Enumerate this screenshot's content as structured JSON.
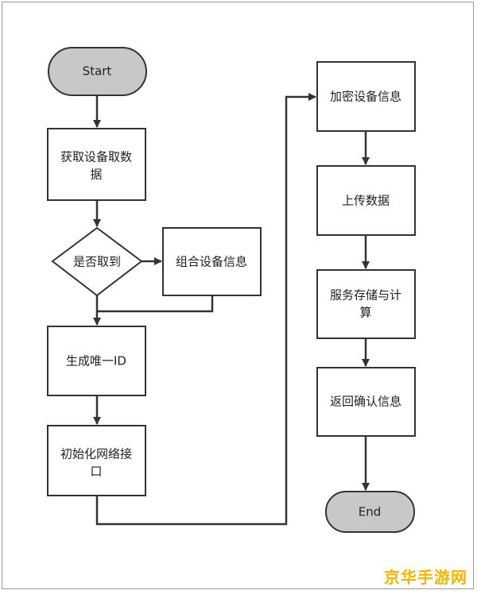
{
  "nodes": {
    "start": "Start",
    "get_data_1": "获取设备取数",
    "get_data_2": "据",
    "decision": "是否取到",
    "combine": "组合设备信息",
    "gen_id": "生成唯一ID",
    "init_1": "初始化网络接",
    "init_2": "口",
    "encrypt": "加密设备信息",
    "upload": "上传数据",
    "store_1": "服务存储与计",
    "store_2": "算",
    "confirm": "返回确认信息",
    "end": "End"
  },
  "watermark": "京华手游网",
  "colors": {
    "terminal_fill": "#c8c8c8",
    "stroke": "#333333",
    "watermark": "#f4b400"
  }
}
